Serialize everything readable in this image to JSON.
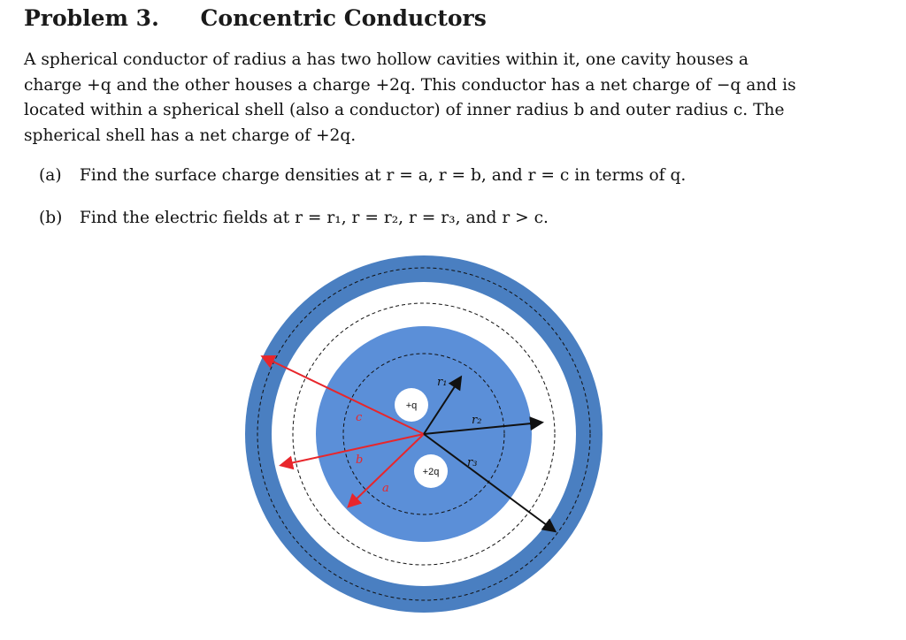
{
  "header": {
    "problem_number": "Problem 3.",
    "title": "Concentric Conductors"
  },
  "body": {
    "lines": [
      "A spherical conductor of radius a has two hollow cavities within it, one cavity houses a",
      "charge +q and the other houses a charge +2q. This conductor has a net charge of −q and is",
      "located within a spherical shell (also a conductor) of inner radius b and outer radius c. The",
      "spherical shell has a net charge of +2q."
    ]
  },
  "questions": [
    {
      "label": "(a)",
      "text": "Find the surface charge densities at r = a, r = b, and r = c in terms of q."
    },
    {
      "label": "(b)",
      "text": "Find the electric fields at r = r₁, r = r₂, r = r₃, and r > c."
    }
  ],
  "figure": {
    "cavity_charges": [
      "+q",
      "+2q"
    ],
    "radius_labels": [
      "c",
      "b",
      "a"
    ],
    "field_radius_labels": [
      "r₁",
      "r₂",
      "r₃"
    ],
    "colors": {
      "outer_shell": "#4a7fc1",
      "inner_sphere": "#5b8fd8",
      "gap": "#ffffff",
      "red_lines": "#e8262b",
      "black_lines": "#111111"
    }
  }
}
